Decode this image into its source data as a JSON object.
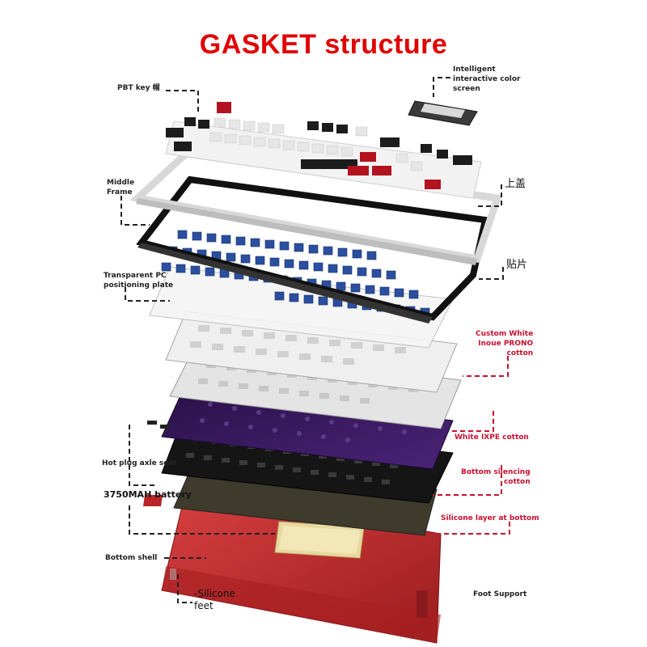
{
  "title": "GASKET structure",
  "labels": {
    "pbt_key": "PBT key 帽",
    "intelligent_screen": "Intelligent\ninteractive color\nscreen",
    "middle_frame": "Middle\nFrame",
    "top_cover": "上盖",
    "sticker": "贴片",
    "transparent_pc": "Transparent PC\npositioning plate",
    "custom_white": "Custom White\nInoue PRONO\ncotton",
    "white_ixpe": "White IXPE cotton",
    "hot_plug": "Hot plug axle seat",
    "bottom_silencing": "Bottom silencing\ncotton",
    "battery": "3750MAH battery",
    "silicone_layer": "Silicone layer at bottom",
    "bottom_shell": "Bottom shell",
    "silicone_feet": "-Silicone\nfeet",
    "foot_support": "Foot Support"
  },
  "colors": {
    "title": "#e00000",
    "callout_line": "#222222",
    "callout_line_red": "#c8102e",
    "keycap_white": "#f2f2f2",
    "keycap_black": "#1c1c1c",
    "keycap_red": "#b3121f",
    "switch_blue": "#2b4f9e",
    "foam_purple": "#3a1a5c",
    "battery_gold": "#e8d9a0",
    "shell_red": "#c0282a"
  }
}
